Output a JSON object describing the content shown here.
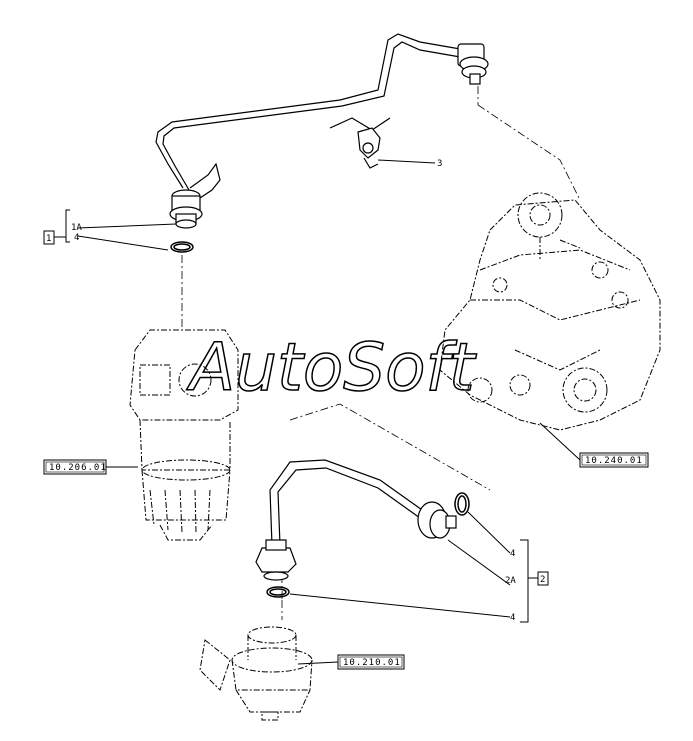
{
  "watermark": "AutoSoft",
  "callouts": {
    "part_3": "3",
    "part_1a": "1A",
    "part_4_top": "4",
    "part_4_mid": "4",
    "part_2a": "2A",
    "part_4_low": "4"
  },
  "groups": {
    "group_1": "1",
    "group_2": "2"
  },
  "references": {
    "ref_filter": "10.206.01",
    "ref_pump": "10.240.01",
    "ref_lift_pump": "10.210.01"
  }
}
